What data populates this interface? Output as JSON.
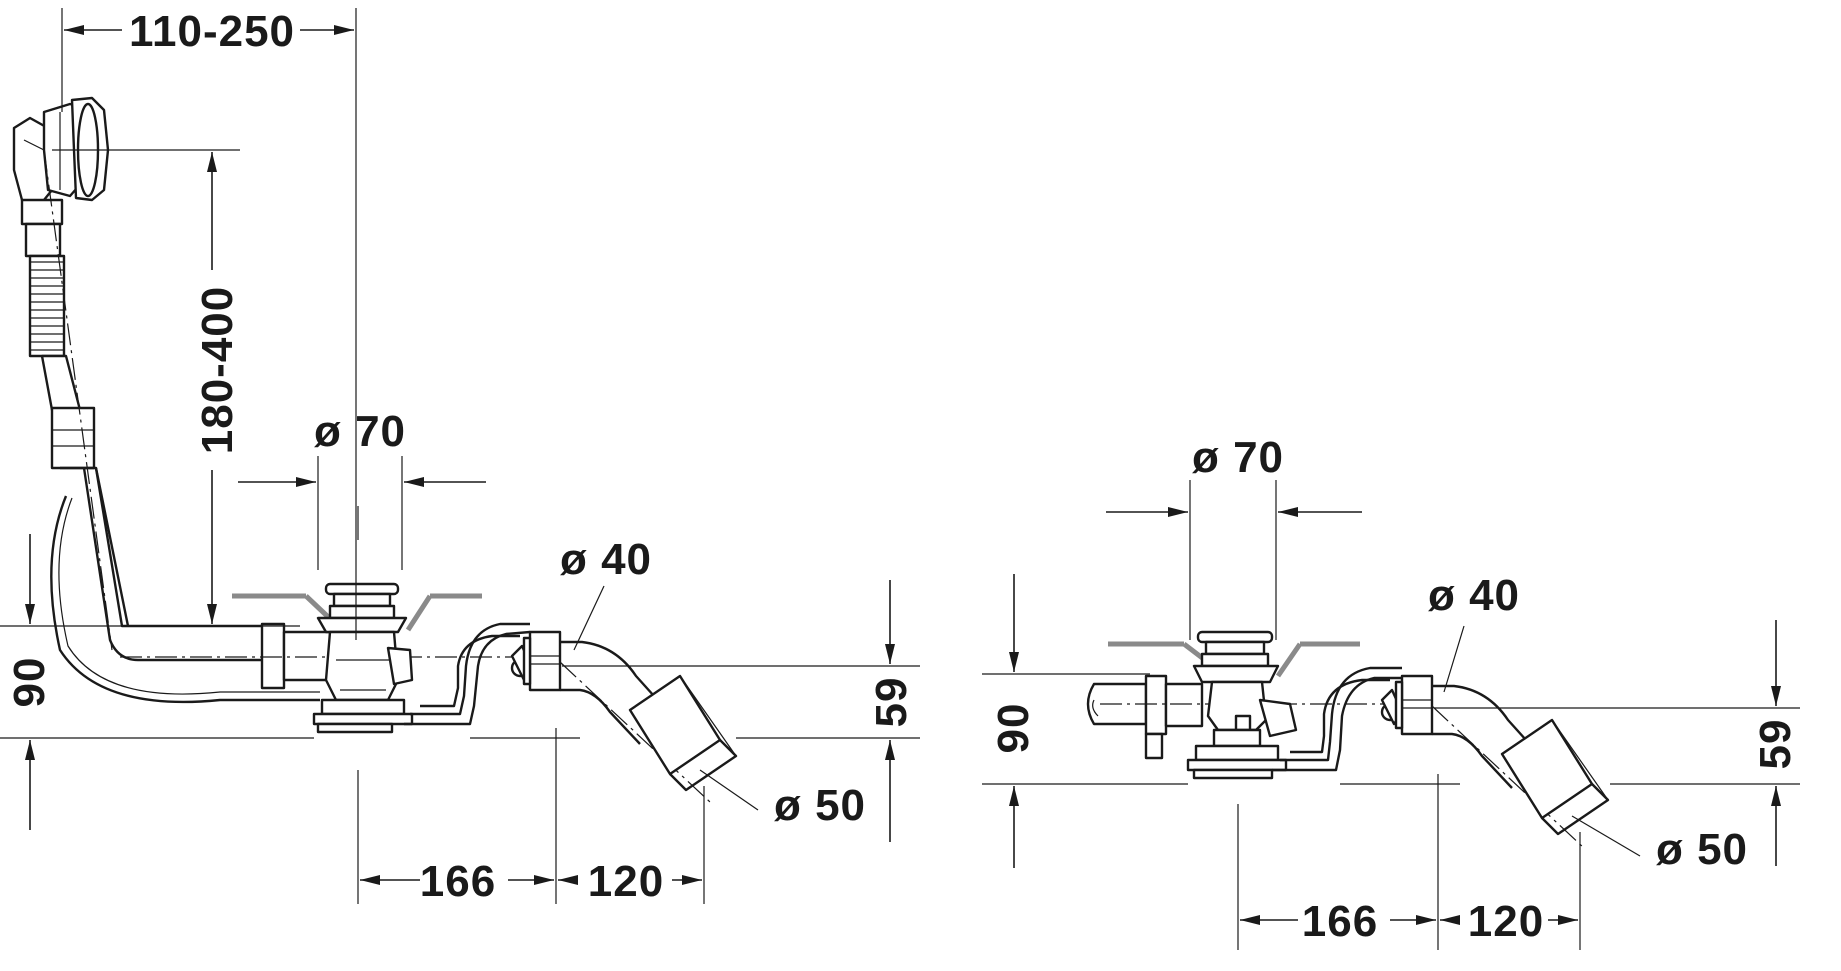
{
  "left_view": {
    "dim_overflow_offset": "110-250",
    "dim_overflow_height": "180-400",
    "dim_drain_diameter": "ø 70",
    "dim_pipe_diameter": "ø 40",
    "dim_outlet_diameter": "ø 50",
    "dim_total_height": "90",
    "dim_outlet_height": "59",
    "dim_center_to_elbow": "166",
    "dim_elbow_to_outlet": "120"
  },
  "right_view": {
    "dim_drain_diameter": "ø 70",
    "dim_pipe_diameter": "ø 40",
    "dim_outlet_diameter": "ø 50",
    "dim_total_height": "90",
    "dim_outlet_height": "59",
    "dim_center_to_elbow": "166",
    "dim_elbow_to_outlet": "120"
  }
}
